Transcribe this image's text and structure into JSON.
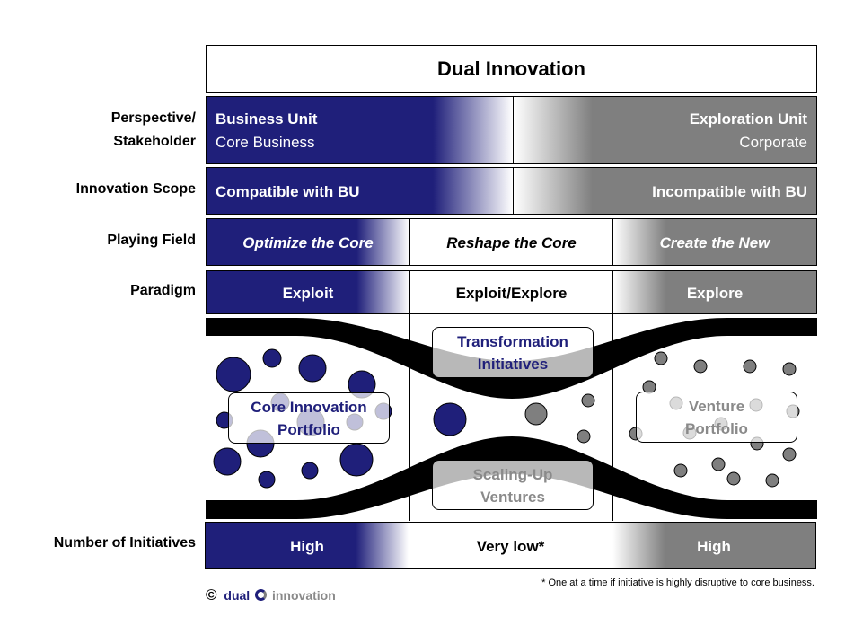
{
  "title": "Dual Innovation",
  "row_labels": {
    "perspective_line1": "Perspective/",
    "perspective_line2": "Stakeholder",
    "scope": "Innovation Scope",
    "playing_field": "Playing Field",
    "paradigm": "Paradigm",
    "initiatives": "Number of Initiatives"
  },
  "perspective": {
    "left_title": "Business Unit",
    "left_sub": "Core Business",
    "right_title": "Exploration Unit",
    "right_sub": "Corporate"
  },
  "scope": {
    "left": "Compatible with BU",
    "right": "Incompatible with BU"
  },
  "playing_field": {
    "left": "Optimize the Core",
    "middle": "Reshape the Core",
    "right": "Create the New"
  },
  "paradigm": {
    "left": "Exploit",
    "middle": "Exploit/Explore",
    "right": "Explore"
  },
  "portfolio": {
    "core_line1": "Core Innovation",
    "core_line2": "Portfolio",
    "transform_line1": "Transformation",
    "transform_line2": "Initiatives",
    "scaling_line1": "Scaling-Up",
    "scaling_line2": "Ventures",
    "venture_line1": "Venture",
    "venture_line2": "Portfolio"
  },
  "initiatives": {
    "left": "High",
    "middle": "Very low*",
    "right": "High"
  },
  "footnote": "* One at a time if initiative is highly disruptive to core business.",
  "logo": {
    "copyright": "©",
    "word1": "dual",
    "word2": "innovation"
  },
  "colors": {
    "navy": "#1f1f7a",
    "gray": "#7f7f7f"
  }
}
